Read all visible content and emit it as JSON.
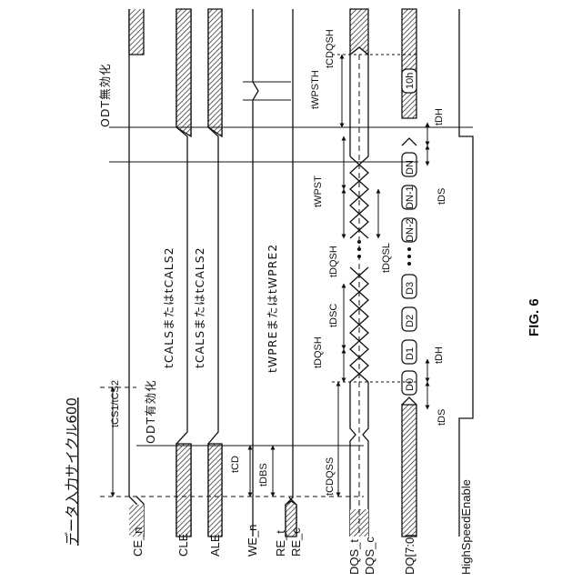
{
  "title": "データ入力サイクル600",
  "figure_label": "FIG. 6",
  "signals": {
    "ce": "CE_n",
    "cle": "CLE",
    "ale": "ALE",
    "we": "WE_n",
    "re_t": "RE_t",
    "re_c": "RE_c",
    "dqs_t": "DQS_t",
    "dqs_c": "DQS_c",
    "dq": "DQ[7:0]",
    "hse": "HighSpeedEnable"
  },
  "timing": {
    "tcs": "tCS1/tCS2",
    "odt_on": "ODT有効化",
    "odt_off": "ODT無効化",
    "tcd": "tCD",
    "tdbs": "tDBS",
    "tcdqss": "tCDQSS",
    "tcals_cle": "tCALSまたはtCALS2",
    "tcals_ale": "tCALSまたはtCALS2",
    "twpre": "tWPREまたはtWPRE2",
    "tdqsh1": "tDQSH",
    "tdsc": "tDSC",
    "tdqsh2": "tDQSH",
    "tdqsl": "tDQSL",
    "twpst": "tWPST",
    "twpsth": "tWPSTH",
    "tcdqsh": "tCDQSH",
    "tds1": "tDS",
    "tdh1": "tDH",
    "tds2": "tDS",
    "tdh2": "tDH"
  },
  "data_bits": [
    "D0",
    "D1",
    "D2",
    "D3",
    "DN-2",
    "DN-1",
    "DN"
  ],
  "data_tail": "10h"
}
